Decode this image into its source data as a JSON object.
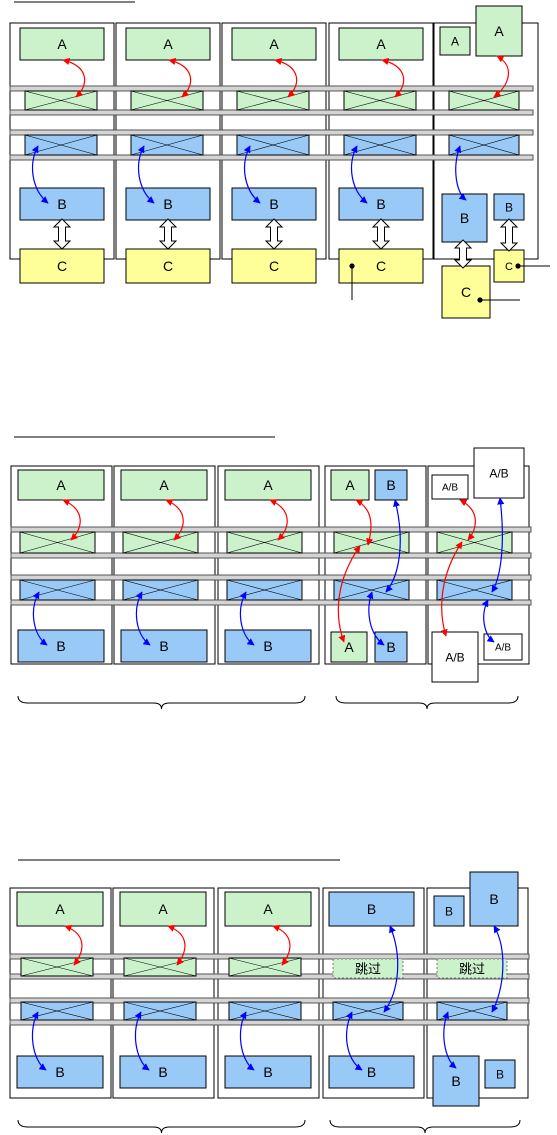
{
  "labels": {
    "a": "A",
    "b": "B",
    "c": "C",
    "ab": "A/B",
    "skip": "跳过"
  },
  "colors": {
    "green": "#ccf2cc",
    "blue": "#99c9f7",
    "yellow": "#ffff99",
    "white": "#ffffff",
    "stroke": "#000000",
    "rail_fill": "#d4d4d4",
    "rail_stroke": "#555555",
    "arrow_red": "#ff0000",
    "arrow_blue": "#0000ff"
  }
}
